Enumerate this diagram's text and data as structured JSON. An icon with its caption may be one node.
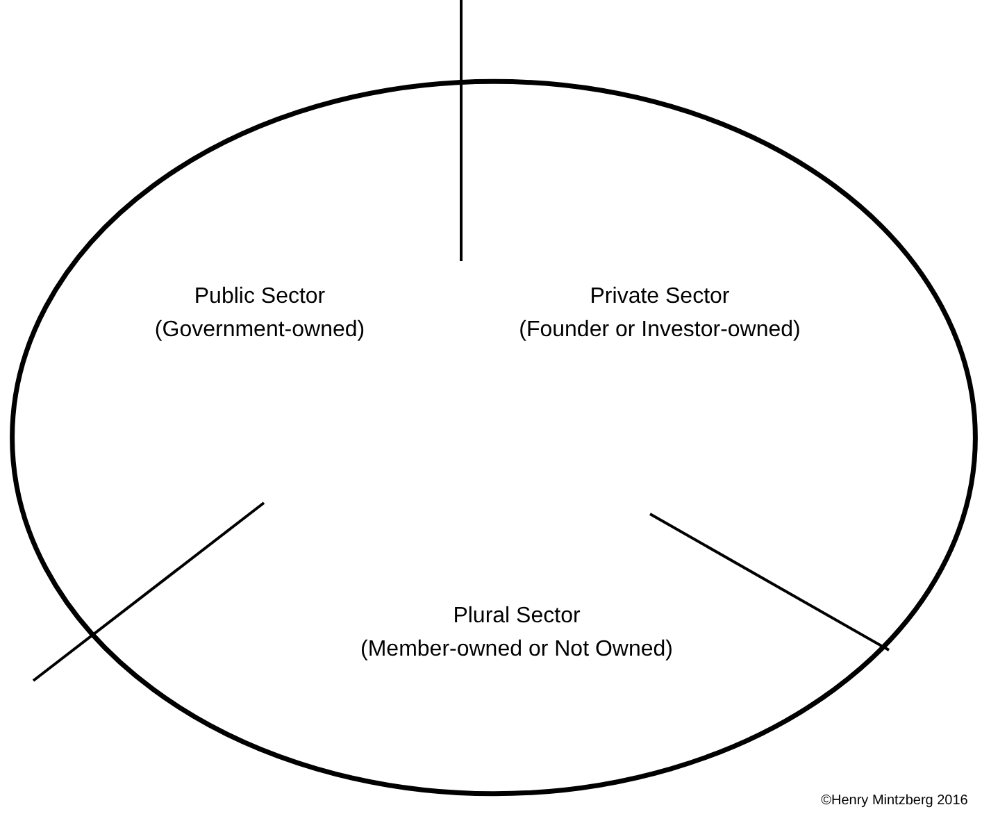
{
  "diagram": {
    "nodes": [
      {
        "text": [],
        "shape": "circle"
      }
    ],
    "labels": [
      "Public Sector",
      "(Government-owned)",
      "Private Sector",
      "(Founder or Investor-owned)",
      "Plural Sector",
      "(Member-owned or Not Owned)",
      "©Henry Mintzberg 2016"
    ]
  }
}
